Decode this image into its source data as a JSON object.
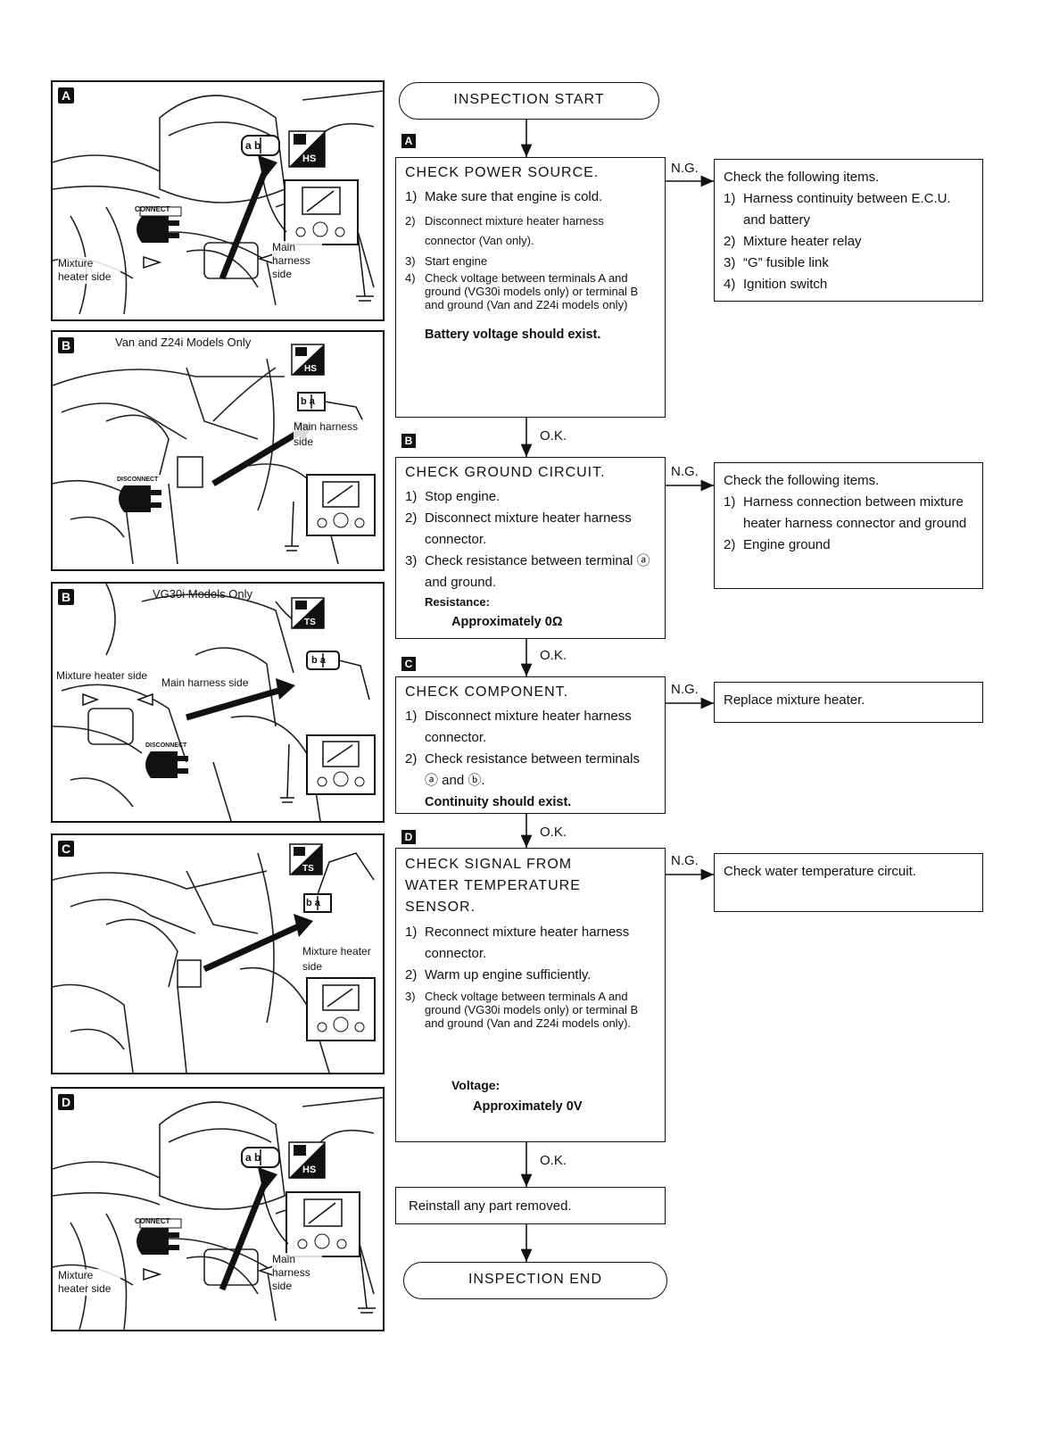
{
  "panels": {
    "A": {
      "letter": "A",
      "mode": "HS",
      "label_left": "Mixture heater side",
      "label_right": "Main harness side",
      "connector": "a b",
      "badge_text": "CONNECT"
    },
    "B1": {
      "letter": "B",
      "caption": "Van and Z24i Models Only",
      "mode": "HS",
      "label_right": "Main harness side",
      "connector": "b a",
      "badge_text": "DISCONNECT"
    },
    "B2": {
      "letter": "B",
      "caption": "VG30i Models Only",
      "mode": "TS",
      "label_left": "Mixture heater side",
      "label_right": "Main harness side",
      "connector": "b a",
      "badge_text": "DISCONNECT"
    },
    "C": {
      "letter": "C",
      "mode": "TS",
      "label_right": "Mixture heater side",
      "connector": "b a"
    },
    "D": {
      "letter": "D",
      "mode": "HS",
      "label_left": "Mixture heater side",
      "label_right": "Main harness side",
      "connector": "a b",
      "badge_text": "CONNECT"
    }
  },
  "flow": {
    "start": "INSPECTION START",
    "end": "INSPECTION END",
    "ng": "N.G.",
    "ok": "O.K.",
    "steps": [
      {
        "letter": "A",
        "title": "CHECK POWER SOURCE.",
        "items": [
          {
            "n": "1)",
            "t": "Make sure that engine is cold."
          },
          {
            "n": "2)",
            "t": "Disconnect mixture heater harness connector (Van only)."
          },
          {
            "n": "3)",
            "t": "Start engine"
          },
          {
            "n": "4)",
            "t": "Check voltage between terminals A and ground (VG30i models only) or terminal B and ground (Van and Z24i models only)"
          }
        ],
        "result": "Battery voltage should exist.",
        "ng": {
          "header": "Check the following items.",
          "items": [
            {
              "n": "1)",
              "t": "Harness continuity between E.C.U. and battery"
            },
            {
              "n": "2)",
              "t": "Mixture heater relay"
            },
            {
              "n": "3)",
              "t": "“G” fusible link"
            },
            {
              "n": "4)",
              "t": "Ignition switch"
            }
          ]
        }
      },
      {
        "letter": "B",
        "title": "CHECK GROUND CIRCUIT.",
        "items": [
          {
            "n": "1)",
            "t": "Stop engine."
          },
          {
            "n": "2)",
            "t": "Disconnect mixture heater harness connector."
          },
          {
            "n": "3)",
            "t": "Check resistance between terminal ⓐ and ground."
          }
        ],
        "result_label": "Resistance:",
        "result": "Approximately 0Ω",
        "ng": {
          "header": "Check the following items.",
          "items": [
            {
              "n": "1)",
              "t": "Harness connection between mixture heater harness connector and ground"
            },
            {
              "n": "2)",
              "t": "Engine ground"
            }
          ]
        }
      },
      {
        "letter": "C",
        "title": "CHECK COMPONENT.",
        "items": [
          {
            "n": "1)",
            "t": "Disconnect mixture heater harness connector."
          },
          {
            "n": "2)",
            "t": "Check resistance between terminals ⓐ and ⓑ."
          }
        ],
        "result": "Continuity should exist.",
        "ng": {
          "text": "Replace mixture heater."
        }
      },
      {
        "letter": "D",
        "title": "CHECK SIGNAL FROM WATER TEMPERATURE SENSOR.",
        "items": [
          {
            "n": "1)",
            "t": "Reconnect mixture heater harness connector."
          },
          {
            "n": "2)",
            "t": "Warm up engine sufficiently."
          },
          {
            "n": "3)",
            "t": "Check voltage between terminals A and ground (VG30i models only) or terminal B and ground (Van and Z24i models only)."
          }
        ],
        "result_label": "Voltage:",
        "result": "Approximately 0V",
        "ng": {
          "text": "Check water temperature circuit."
        }
      }
    ],
    "final": "Reinstall any part removed."
  }
}
